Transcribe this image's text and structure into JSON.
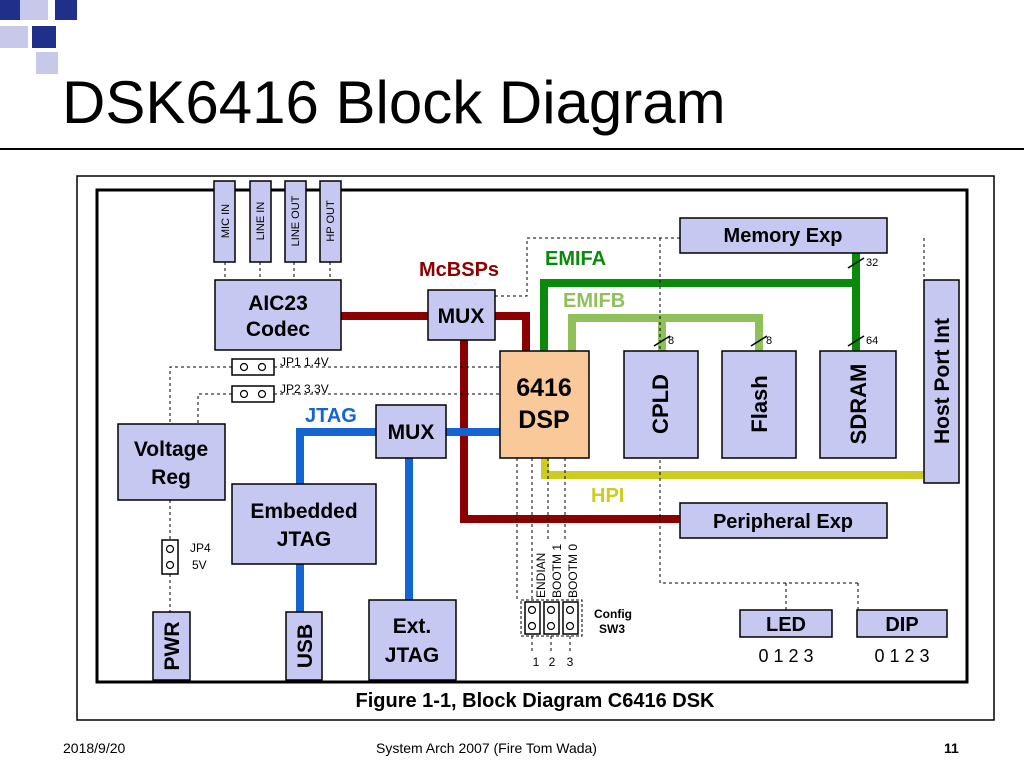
{
  "slide": {
    "title": "DSK6416 Block Diagram",
    "footer_date": "2018/9/20",
    "footer_center": "System Arch 2007  (Fire Tom Wada)",
    "page_number": "11"
  },
  "colors": {
    "deco_navy": "#1f2f8a",
    "deco_lavender": "#c7c8ea",
    "block_fill": "#c7c8f2",
    "dsp_fill": "#f9c99a",
    "mcbsp_line": "#8b0000",
    "emifa_line": "#0a8a0a",
    "emifb_line": "#8fc05a",
    "jtag_line": "#1464d2",
    "hpi_line": "#cccc22"
  },
  "diagram": {
    "audio_jacks": [
      "MIC IN",
      "LINE IN",
      "LINE OUT",
      "HP OUT"
    ],
    "blocks": {
      "codec": [
        "AIC23",
        "Codec"
      ],
      "mux_top": "MUX",
      "mux_jtag": "MUX",
      "dsp": [
        "6416",
        "DSP"
      ],
      "memory_exp": "Memory Exp",
      "cpld": "CPLD",
      "flash": "Flash",
      "sdram": "SDRAM",
      "host_port": "Host Port Int",
      "voltage_reg": [
        "Voltage",
        "Reg"
      ],
      "embedded_jtag": [
        "Embedded",
        "JTAG"
      ],
      "peripheral_exp": "Peripheral Exp",
      "pwr": "PWR",
      "usb": "USB",
      "ext_jtag": [
        "Ext.",
        "JTAG"
      ],
      "led": "LED",
      "dip": "DIP"
    },
    "bus_labels": {
      "mcbsps": "McBSPs",
      "emifa": "EMIFA",
      "emifb": "EMIFB",
      "jtag": "JTAG",
      "hpi": "HPI"
    },
    "bus_widths": {
      "memory": "32",
      "cpld": "8",
      "flash": "8",
      "sdram": "64"
    },
    "jumpers": {
      "jp1": "JP1 1.4V",
      "jp2": "JP2 3.3V",
      "jp4_name": "JP4",
      "jp4_value": "5V"
    },
    "config": {
      "switch_labels": [
        "ENDIAN",
        "BOOTM 1",
        "BOOTM 0"
      ],
      "title": "Config",
      "name": "SW3",
      "pins": [
        "1",
        "2",
        "3"
      ]
    },
    "led_bits": "0 1 2 3",
    "dip_bits": "0 1 2 3",
    "caption": "Figure 1-1, Block Diagram C6416 DSK"
  }
}
